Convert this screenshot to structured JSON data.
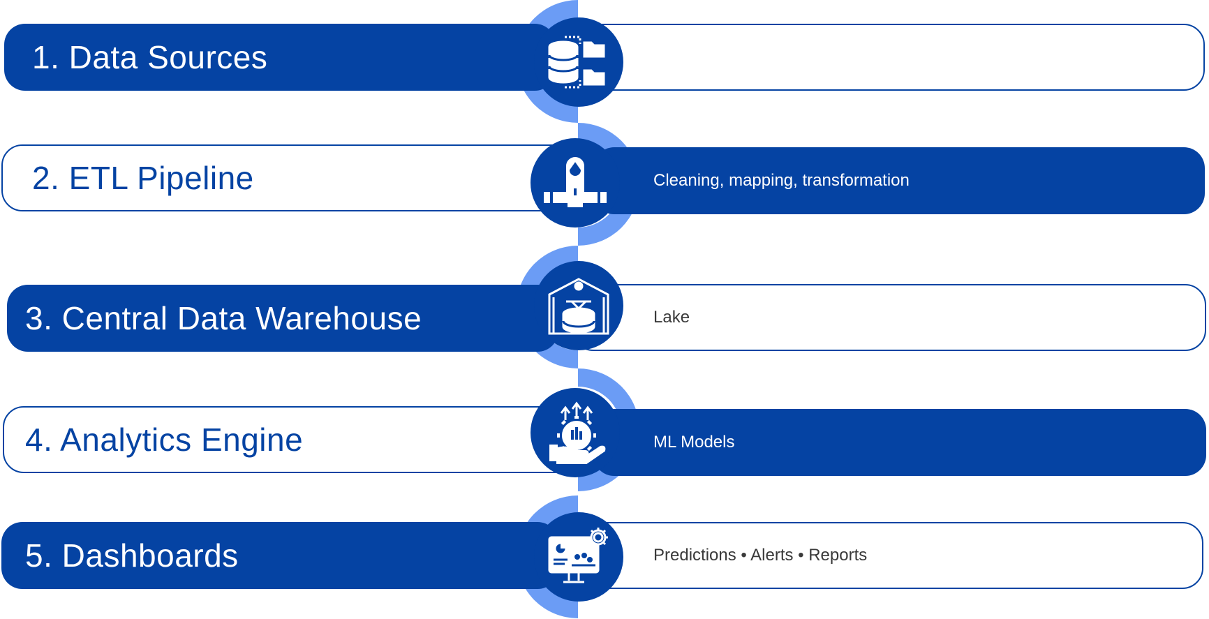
{
  "diagram": {
    "steps": [
      {
        "title": "1. Data Sources",
        "description": "",
        "icon": "database-folders-icon"
      },
      {
        "title": "2. ETL Pipeline",
        "description": "Cleaning, mapping, transformation",
        "icon": "pipeline-icon"
      },
      {
        "title": "3. Central Data Warehouse",
        "description": "Lake",
        "icon": "warehouse-icon"
      },
      {
        "title": "4. Analytics Engine",
        "description": "ML Models",
        "icon": "analytics-gear-icon"
      },
      {
        "title": "5. Dashboards",
        "description": "Predictions • Alerts • Reports",
        "icon": "dashboard-monitor-icon"
      }
    ]
  },
  "colors": {
    "primary": "#0543a3",
    "accent_arc": "#6b9cf5",
    "background": "#ffffff"
  }
}
